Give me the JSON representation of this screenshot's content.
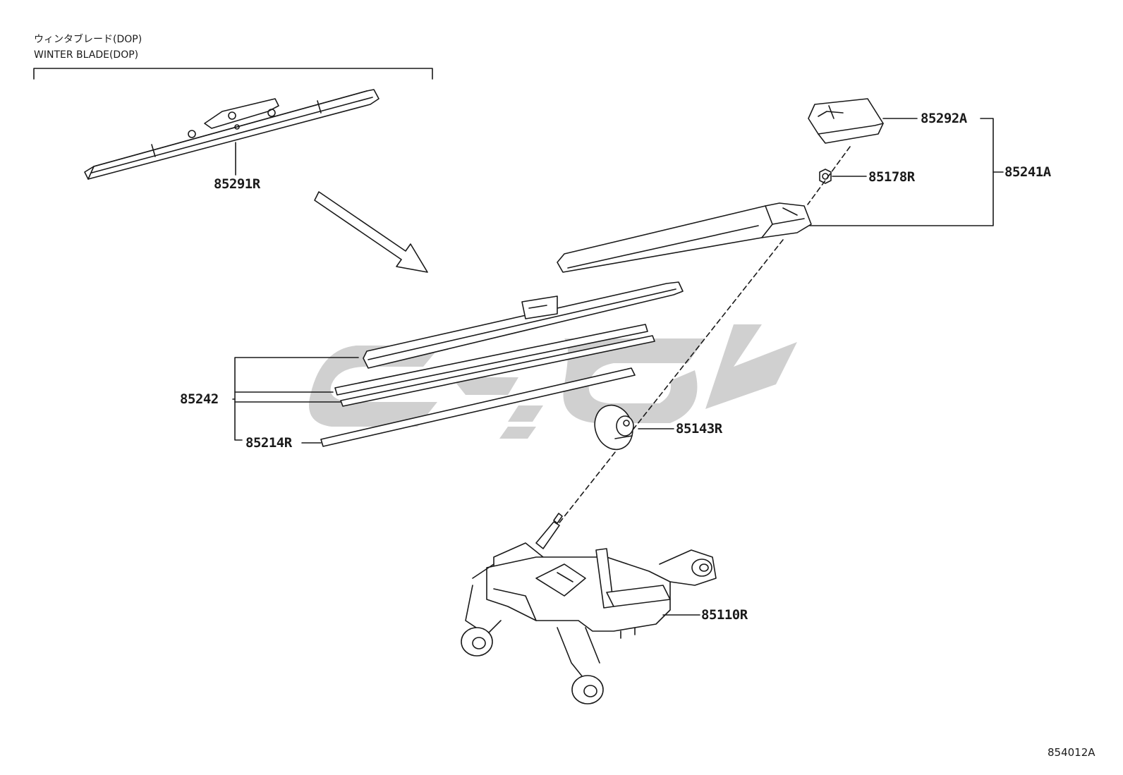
{
  "header": {
    "note_jp": "ウィンタブレード(DOP)",
    "note_en": "WINTER BLADE(DOP)"
  },
  "parts": {
    "p85291R": "85291R",
    "p85292A": "85292A",
    "p85241A": "85241A",
    "p85178R": "85178R",
    "p85242": "85242",
    "p85214R": "85214R",
    "p85143R": "85143R",
    "p85110R": "85110R"
  },
  "diagram_code": "854012A",
  "colors": {
    "line": "#1a1a1a",
    "watermark": "#c8c8c8",
    "background": "#ffffff"
  }
}
